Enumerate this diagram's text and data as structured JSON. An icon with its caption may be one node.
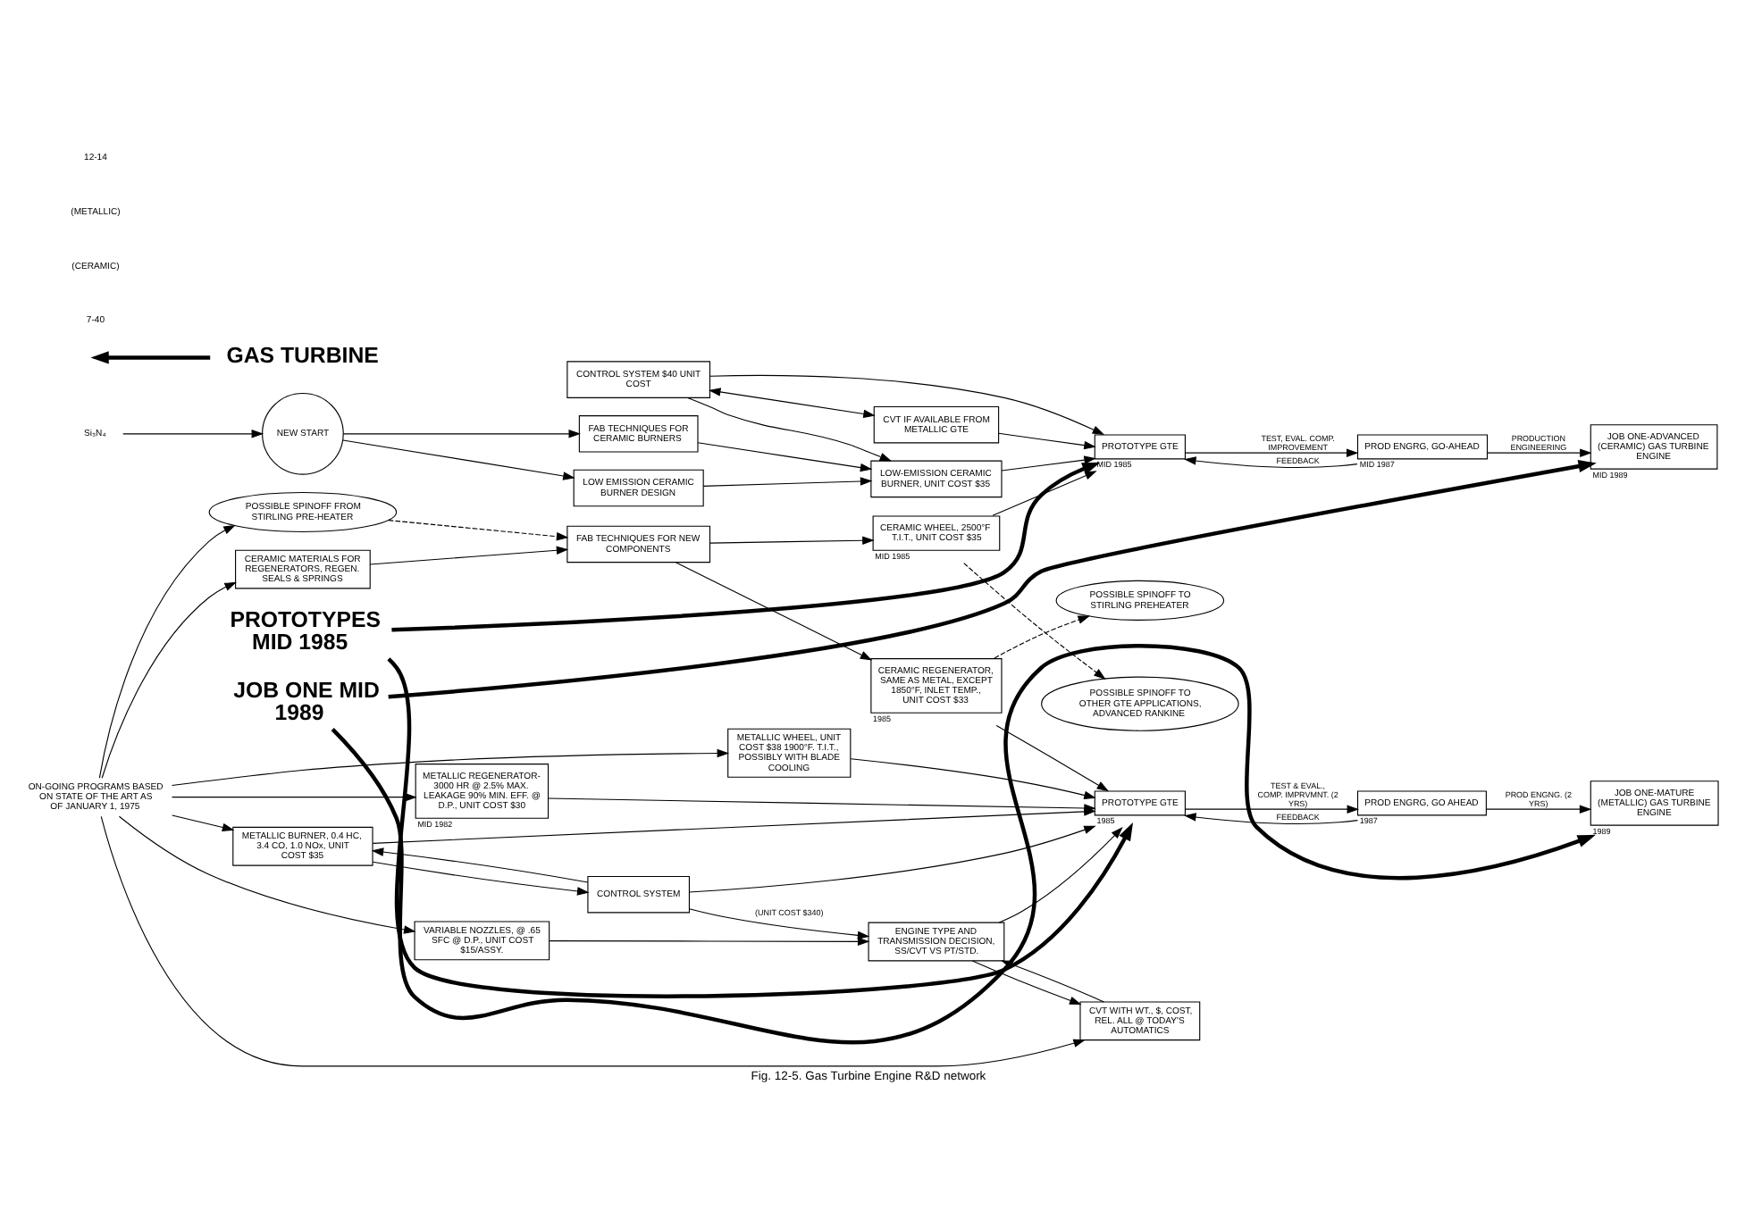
{
  "diagram": {
    "caption": "Fig. 12-5. Gas Turbine Engine R&D network",
    "nodes": [
      {
        "text": [
          "Si₃N₄"
        ]
      },
      {
        "text": [
          "NEW START"
        ]
      },
      {
        "text": [
          "LOW EMISSION CERAMIC BURNER DESIGN"
        ]
      },
      {
        "text": [
          "CONTROL SYSTEM $40 UNIT COST"
        ]
      },
      {
        "text": [
          "CVT IF AVAILABLE FROM METALLIC GTE"
        ]
      },
      {
        "text": [
          "FAB TECHNIQUES FOR CERAMIC BURNERS"
        ]
      },
      {
        "text": [
          "LOW-EMISSION CERAMIC BURNER, UNIT COST $35"
        ]
      },
      {
        "text": [
          "PROTOTYPE GTE"
        ],
        "beside": [
          "MID 1985"
        ]
      },
      {
        "text": [
          "PROD ENGRG, GO-AHEAD"
        ],
        "beside": [
          "MID 1987"
        ]
      },
      {
        "text": [
          "JOB ONE-ADVANCED (CERAMIC) GAS TURBINE ENGINE"
        ],
        "beside": [
          "MID 1989"
        ]
      },
      {
        "text": [
          "POSSIBLE SPINOFF FROM STIRLING PRE-HEATER"
        ]
      },
      {
        "text": [
          "CERAMIC MATERIALS FOR REGENERATORS, REGEN. SEALS & SPRINGS"
        ]
      },
      {
        "text": [
          "FAB TECHNIQUES FOR NEW COMPONENTS"
        ]
      },
      {
        "text": [
          "CERAMIC WHEEL, 2500°F T.I.T., UNIT COST $35"
        ],
        "beside": [
          "MID 1985"
        ]
      },
      {
        "text": [
          "POSSIBLE SPINOFF TO OTHER GTE APPLICATIONS, ADVANCED RANKINE"
        ]
      },
      {
        "text": [
          "METALLIC REGENERATOR- 3000 HR @ 2.5% MAX. LEAKAGE 90% MIN. EFF. @ D.P., UNIT COST $30"
        ],
        "beside": [
          "MID 1982"
        ]
      },
      {
        "text": [
          "CERAMIC REGENERATOR, SAME AS METAL, EXCEPT 1850°F, INLET TEMP., UNIT COST $33"
        ],
        "beside": [
          "1985"
        ]
      },
      {
        "text": [
          "POSSIBLE SPINOFF TO STIRLING PREHEATER"
        ]
      },
      {
        "text": [
          "METALLIC WHEEL, UNIT COST $38 1900°F. T.I.T., POSSIBLY WITH BLADE COOLING"
        ]
      },
      {
        "text": [
          "PROTOTYPE GTE"
        ],
        "beside": [
          "1985"
        ]
      },
      {
        "text": [
          "PROD ENGRG, GO AHEAD"
        ],
        "beside": [
          "1987"
        ]
      },
      {
        "text": [
          "JOB ONE-MATURE (METALLIC) GAS TURBINE ENGINE"
        ],
        "beside": [
          "1989"
        ]
      },
      {
        "text": [
          "METALLIC BURNER, 0.4 HC, 3.4 CO, 1.0 NOx, UNIT COST $35"
        ]
      },
      {
        "text": [
          "CONTROL SYSTEM"
        ]
      },
      {
        "text": [
          "VARIABLE NOZZLES, @ .65 SFC @ D.P., UNIT COST $15/ASSY."
        ]
      },
      {
        "text": [
          "ENGINE TYPE AND TRANSMISSION DECISION, SS/CVT VS PT/STD."
        ]
      },
      {
        "text": [
          "CVT WITH WT., $, COST, REL. ALL @ TODAY'S AUTOMATICS"
        ]
      },
      {
        "text": [
          "ON-GOING PROGRAMS BASED ON STATE OF THE ART AS OF JANUARY 1, 1975"
        ]
      },
      {
        "text": [
          "JOB ONE MID 1989"
        ]
      },
      {
        "text": [
          "PROTOTYPES MID 1985"
        ]
      },
      {
        "text": [
          "GAS TURBINE"
        ]
      }
    ],
    "edges": [
      {
        "from": 0,
        "to": 1,
        "arrow": "to"
      },
      {
        "from": 1,
        "to": 2,
        "arrow": "to"
      },
      {
        "from": 1,
        "to": 5,
        "arrow": "to"
      },
      {
        "from": 3,
        "to": 4,
        "arrow": "both"
      },
      {
        "from": 2,
        "to": 6,
        "arrow": "to"
      },
      {
        "from": 3,
        "to": 6,
        "arrow": "to"
      },
      {
        "from": 5,
        "to": 6,
        "arrow": "to"
      },
      {
        "from": 3,
        "to": 7,
        "arrow": "to"
      },
      {
        "from": 4,
        "to": 7,
        "arrow": "to"
      },
      {
        "from": 6,
        "to": 7,
        "arrow": "to"
      },
      {
        "from": 7,
        "to": 8,
        "arrow": "to",
        "label": "TEST, EVAL. COMP. IMPROVEMENT"
      },
      {
        "from": 8,
        "to": 7,
        "arrow": "to",
        "label": "FEEDBACK"
      },
      {
        "from": 8,
        "to": 9,
        "arrow": "to",
        "label": "PRODUCTION ENGINEERING"
      },
      {
        "from": 27,
        "to": 10,
        "arrow": "to"
      },
      {
        "from": 10,
        "to": 12,
        "arrow": "to",
        "style": "dashed"
      },
      {
        "from": 27,
        "to": 11,
        "arrow": "to"
      },
      {
        "from": 11,
        "to": 12,
        "arrow": "to"
      },
      {
        "from": 12,
        "to": 13,
        "arrow": "to"
      },
      {
        "from": 13,
        "to": 7,
        "arrow": "to"
      },
      {
        "from": 13,
        "to": 14,
        "arrow": "to",
        "style": "dashed"
      },
      {
        "from": 12,
        "to": 16,
        "arrow": "to"
      },
      {
        "from": 16,
        "to": 17,
        "arrow": "to",
        "style": "dashed"
      },
      {
        "from": 27,
        "to": 15,
        "arrow": "to"
      },
      {
        "from": 27,
        "to": 18,
        "arrow": "to"
      },
      {
        "from": 27,
        "to": 22,
        "arrow": "to"
      },
      {
        "from": 27,
        "to": 24,
        "arrow": "to"
      },
      {
        "from": 27,
        "to": 26,
        "arrow": "to"
      },
      {
        "from": 15,
        "to": 19,
        "arrow": "to"
      },
      {
        "from": 16,
        "to": 19,
        "arrow": "to"
      },
      {
        "from": 18,
        "to": 19,
        "arrow": "to"
      },
      {
        "from": 22,
        "to": 19,
        "arrow": "to"
      },
      {
        "from": 22,
        "to": 23,
        "arrow": "to"
      },
      {
        "from": 23,
        "to": 22,
        "arrow": "to"
      },
      {
        "from": 23,
        "to": 19,
        "arrow": "to"
      },
      {
        "from": 23,
        "to": 25,
        "arrow": "to",
        "label": "(UNIT COST $340)"
      },
      {
        "from": 24,
        "to": 25,
        "arrow": "to"
      },
      {
        "from": 26,
        "to": 25,
        "arrow": "to"
      },
      {
        "from": 25,
        "to": 26,
        "arrow": "to"
      },
      {
        "from": 25,
        "to": 19,
        "arrow": "to"
      },
      {
        "from": 19,
        "to": 20,
        "arrow": "to",
        "label": "TEST & EVAL., COMP. IMPRVMNT. (2 YRS)"
      },
      {
        "from": 20,
        "to": 19,
        "arrow": "to",
        "label": "FEEDBACK"
      },
      {
        "from": 20,
        "to": 21,
        "arrow": "to",
        "label": "PROD ENGNG. (2 YRS)"
      },
      {
        "from": 28,
        "to": 9,
        "arrow": "to",
        "style": "thick"
      },
      {
        "from": 28,
        "to": 21,
        "arrow": "to",
        "style": "thick"
      },
      {
        "from": 29,
        "to": 7,
        "arrow": "to",
        "style": "thick"
      },
      {
        "from": 29,
        "to": 19,
        "arrow": "to",
        "style": "thick"
      },
      {
        "from": 30,
        "to": null,
        "arrow": "to",
        "style": "thick"
      }
    ],
    "labels": [
      "7-40",
      "(CERAMIC)",
      "(METALLIC)",
      "12-14"
    ]
  }
}
